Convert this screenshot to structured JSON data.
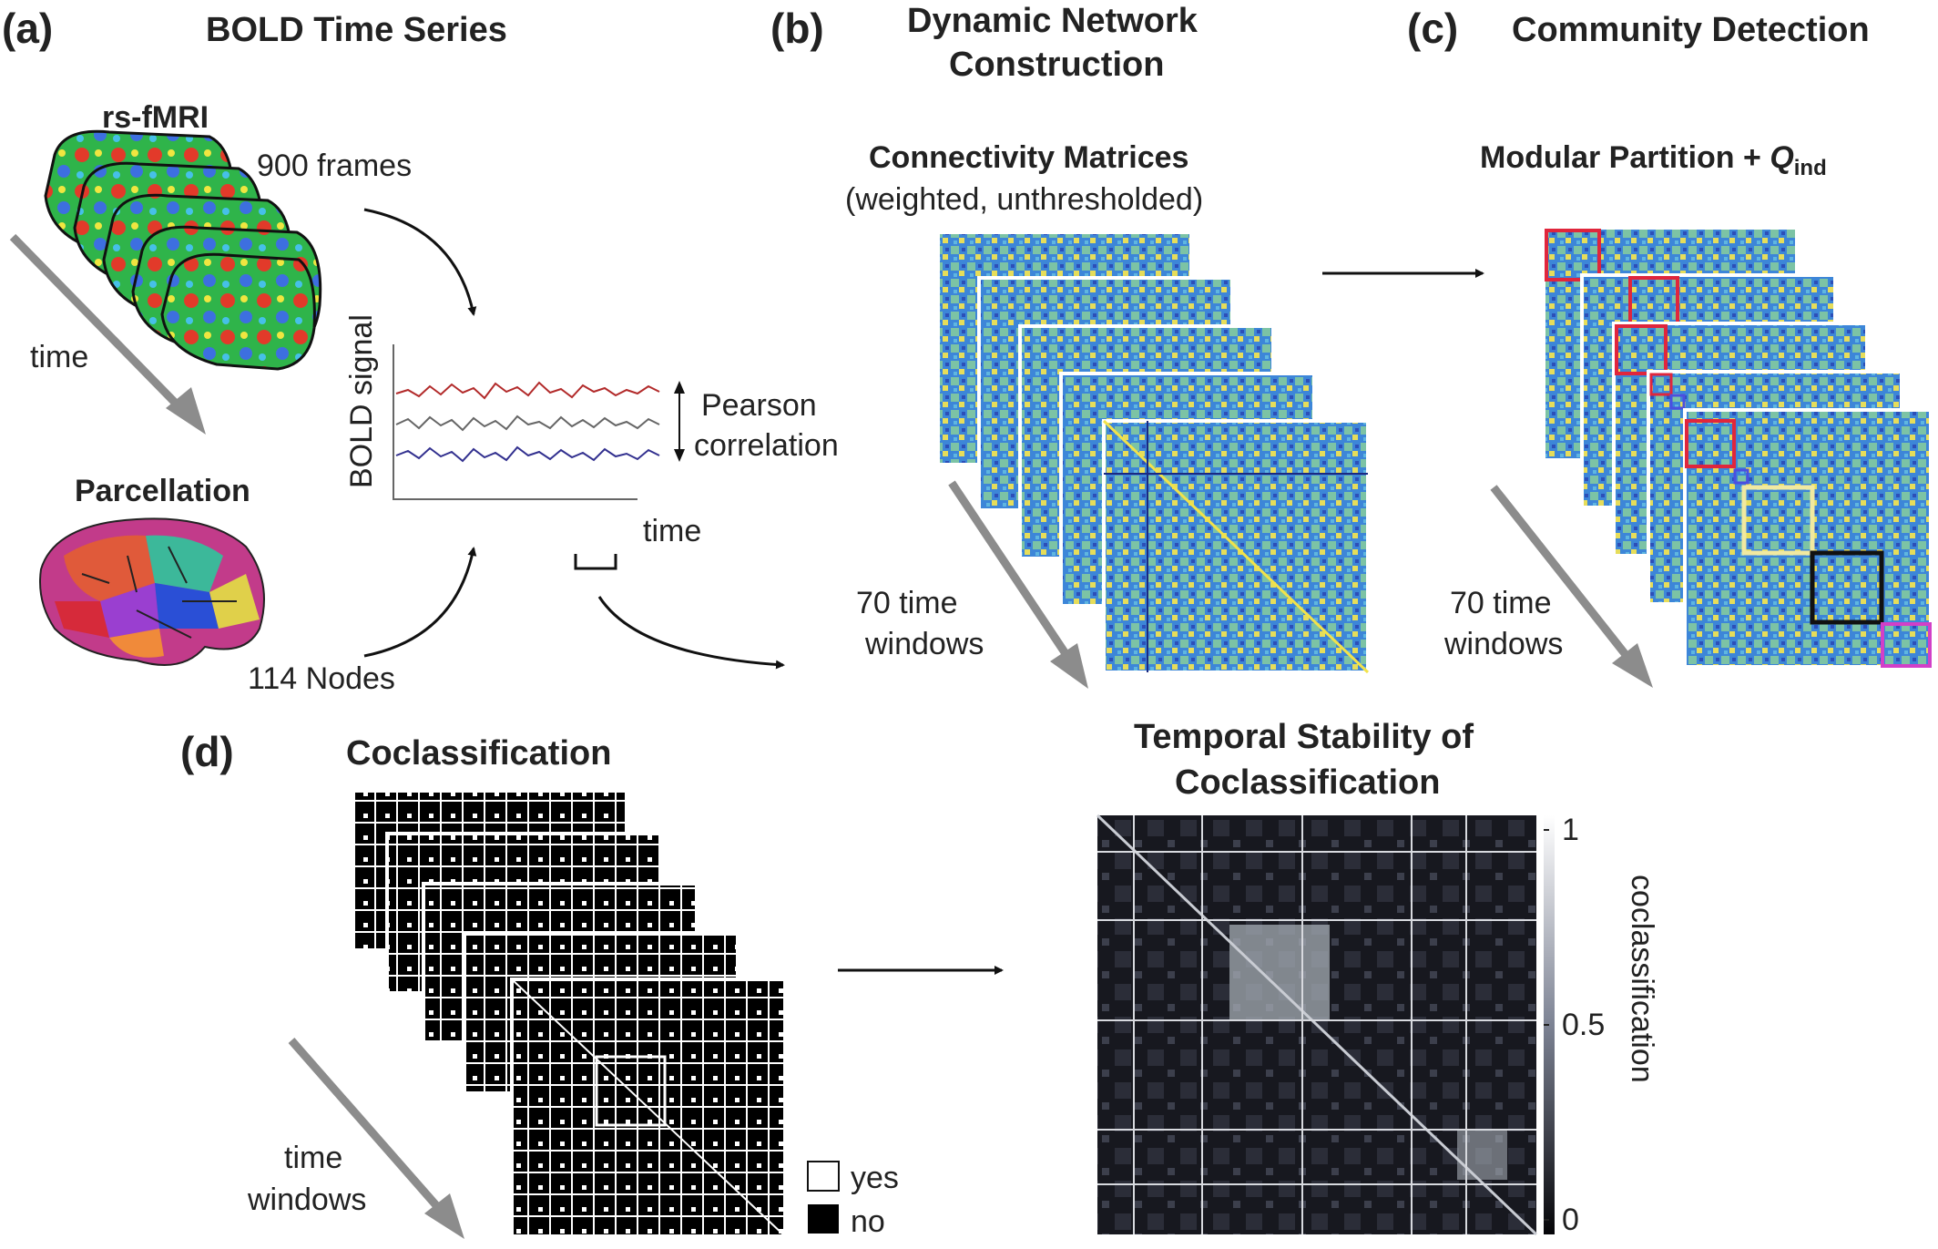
{
  "panels": {
    "a": {
      "letter": "(a)",
      "title": "BOLD Time Series",
      "rs_fmri": "rs-fMRI",
      "time_label": "time",
      "frames": "900 frames",
      "parcellation": "Parcellation",
      "nodes": "114 Nodes",
      "bold_signal": "BOLD signal",
      "pearson_1": "Pearson",
      "pearson_2": "correlation",
      "plot_time": "time"
    },
    "b": {
      "letter": "(b)",
      "title_1": "Dynamic Network",
      "title_2": "Construction",
      "matrices_title": "Connectivity Matrices",
      "matrices_sub": "(weighted, unthresholded)",
      "windows_1": "70 time",
      "windows_2": "windows"
    },
    "c": {
      "letter": "(c)",
      "title": "Community Detection",
      "partition_title": "Modular Partition + ",
      "q": "Q",
      "q_sub": "ind",
      "windows_1": "70 time",
      "windows_2": "windows"
    },
    "d": {
      "letter": "(d)",
      "cocl_title": "Coclassification",
      "windows_1": "time",
      "windows_2": "windows",
      "legend_yes": "yes",
      "legend_no": "no",
      "stability_1": "Temporal Stability of",
      "stability_2": "Coclassification",
      "colorbar_label": "coclassification",
      "colorbar_ticks": [
        "1",
        "0.5",
        "0"
      ]
    }
  },
  "colors": {
    "arrow_gray": "#8c8c8c",
    "matrix_blue": "#2a6fd6",
    "matrix_yellow": "#f2e24a",
    "signal_red": "#b22a2a",
    "signal_gray": "#666666",
    "signal_blue": "#32308f",
    "module_red": "#e0263c",
    "module_yellow": "#f1e9a0",
    "module_black": "#111111",
    "module_magenta": "#d23fc8"
  }
}
